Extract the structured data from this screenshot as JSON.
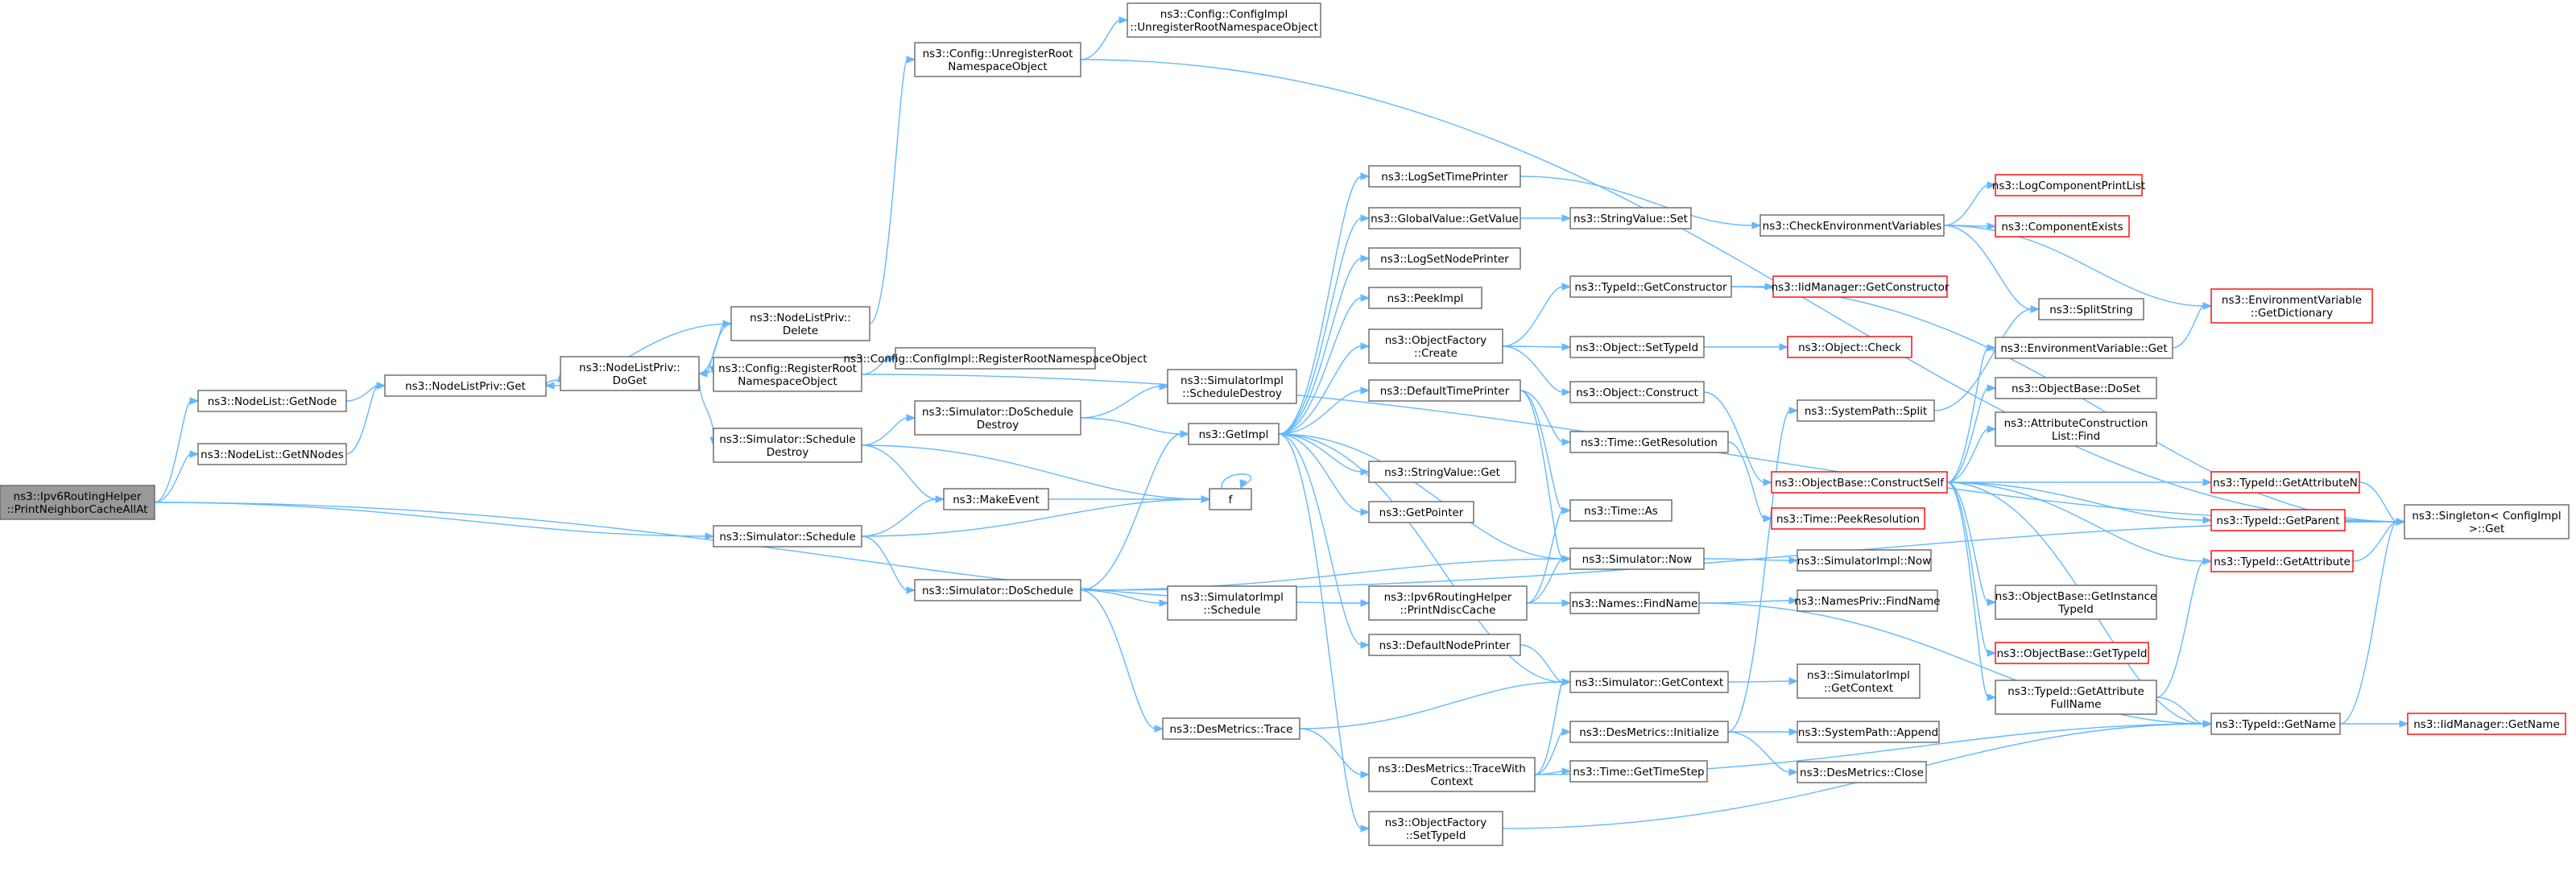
{
  "colors": {
    "edge": "#63b8ff",
    "node_border": "#666666",
    "node_border_incomplete": "#ff0000",
    "root_fill": "#999999"
  },
  "nodes": [
    {
      "id": "root",
      "lines": [
        "ns3::Ipv6RoutingHelper",
        "::PrintNeighborCacheAllAt"
      ],
      "style": "root"
    },
    {
      "id": "getnode",
      "lines": [
        "ns3::NodeList::GetNode"
      ]
    },
    {
      "id": "getnnodes",
      "lines": [
        "ns3::NodeList::GetNNodes"
      ]
    },
    {
      "id": "nlpget",
      "lines": [
        "ns3::NodeListPriv::Get"
      ]
    },
    {
      "id": "nlpdoget",
      "lines": [
        "ns3::NodeListPriv::",
        "DoGet"
      ]
    },
    {
      "id": "nlpdelete",
      "lines": [
        "ns3::NodeListPriv::",
        "Delete"
      ]
    },
    {
      "id": "cfgunreg",
      "lines": [
        "ns3::Config::UnregisterRoot",
        "NamespaceObject"
      ]
    },
    {
      "id": "cfgimplunreg",
      "lines": [
        "ns3::Config::ConfigImpl",
        "::UnregisterRootNamespaceObject"
      ]
    },
    {
      "id": "cfgreg",
      "lines": [
        "ns3::Config::RegisterRoot",
        "NamespaceObject"
      ]
    },
    {
      "id": "cfgimplreg",
      "lines": [
        "ns3::Config::ConfigImpl::RegisterRootNamespaceObject"
      ]
    },
    {
      "id": "simschdestroy",
      "lines": [
        "ns3::Simulator::Schedule",
        "Destroy"
      ]
    },
    {
      "id": "simdoschdestroy",
      "lines": [
        "ns3::Simulator::DoSchedule",
        "Destroy"
      ]
    },
    {
      "id": "simimplschdestroy",
      "lines": [
        "ns3::SimulatorImpl",
        "::ScheduleDestroy"
      ]
    },
    {
      "id": "makeevent",
      "lines": [
        "ns3::MakeEvent"
      ]
    },
    {
      "id": "f",
      "lines": [
        "f"
      ]
    },
    {
      "id": "simschedule",
      "lines": [
        "ns3::Simulator::Schedule"
      ]
    },
    {
      "id": "simdoschedule",
      "lines": [
        "ns3::Simulator::DoSchedule"
      ]
    },
    {
      "id": "simimplschedule",
      "lines": [
        "ns3::SimulatorImpl",
        "::Schedule"
      ]
    },
    {
      "id": "getimpl",
      "lines": [
        "ns3::GetImpl"
      ]
    },
    {
      "id": "logsettime",
      "lines": [
        "ns3::LogSetTimePrinter"
      ]
    },
    {
      "id": "gvgetvalue",
      "lines": [
        "ns3::GlobalValue::GetValue"
      ]
    },
    {
      "id": "strvalset",
      "lines": [
        "ns3::StringValue::Set"
      ]
    },
    {
      "id": "logsetnode",
      "lines": [
        "ns3::LogSetNodePrinter"
      ]
    },
    {
      "id": "peekimpl",
      "lines": [
        "ns3::PeekImpl"
      ]
    },
    {
      "id": "ofcreate",
      "lines": [
        "ns3::ObjectFactory",
        "::Create"
      ]
    },
    {
      "id": "deftimeprinter",
      "lines": [
        "ns3::DefaultTimePrinter"
      ]
    },
    {
      "id": "strvalget",
      "lines": [
        "ns3::StringValue::Get"
      ]
    },
    {
      "id": "getpointer",
      "lines": [
        "ns3::GetPointer"
      ]
    },
    {
      "id": "printndisc",
      "lines": [
        "ns3::Ipv6RoutingHelper",
        "::PrintNdiscCache"
      ]
    },
    {
      "id": "defnodeprinter",
      "lines": [
        "ns3::DefaultNodePrinter"
      ]
    },
    {
      "id": "destrace",
      "lines": [
        "ns3::DesMetrics::Trace"
      ]
    },
    {
      "id": "destracewith",
      "lines": [
        "ns3::DesMetrics::TraceWith",
        "Context"
      ]
    },
    {
      "id": "ofsettypeid",
      "lines": [
        "ns3::ObjectFactory",
        "::SetTypeId"
      ]
    },
    {
      "id": "checkenv",
      "lines": [
        "ns3::CheckEnvironmentVariables"
      ]
    },
    {
      "id": "tidgetctor",
      "lines": [
        "ns3::TypeId::GetConstructor"
      ]
    },
    {
      "id": "iidgetctor",
      "lines": [
        "ns3::IidManager::GetConstructor"
      ],
      "style": "red"
    },
    {
      "id": "objsettypeid",
      "lines": [
        "ns3::Object::SetTypeId"
      ]
    },
    {
      "id": "objcheck",
      "lines": [
        "ns3::Object::Check"
      ],
      "style": "red"
    },
    {
      "id": "objconstruct",
      "lines": [
        "ns3::Object::Construct"
      ]
    },
    {
      "id": "timegetres",
      "lines": [
        "ns3::Time::GetResolution"
      ]
    },
    {
      "id": "timeas",
      "lines": [
        "ns3::Time::As"
      ]
    },
    {
      "id": "simnow",
      "lines": [
        "ns3::Simulator::Now"
      ]
    },
    {
      "id": "namesfind",
      "lines": [
        "ns3::Names::FindName"
      ]
    },
    {
      "id": "simgetctx",
      "lines": [
        "ns3::Simulator::GetContext"
      ]
    },
    {
      "id": "desinit",
      "lines": [
        "ns3::DesMetrics::Initialize"
      ]
    },
    {
      "id": "timegetstep",
      "lines": [
        "ns3::Time::GetTimeStep"
      ]
    },
    {
      "id": "logcomplist",
      "lines": [
        "ns3::LogComponentPrintList"
      ],
      "style": "red"
    },
    {
      "id": "compexists",
      "lines": [
        "ns3::ComponentExists"
      ],
      "style": "red"
    },
    {
      "id": "splitstring",
      "lines": [
        "ns3::SplitString"
      ]
    },
    {
      "id": "envget",
      "lines": [
        "ns3::EnvironmentVariable::Get"
      ]
    },
    {
      "id": "envdict",
      "lines": [
        "ns3::EnvironmentVariable",
        "::GetDictionary"
      ],
      "style": "red"
    },
    {
      "id": "syspathsplit",
      "lines": [
        "ns3::SystemPath::Split"
      ]
    },
    {
      "id": "objbasedoset",
      "lines": [
        "ns3::ObjectBase::DoSet"
      ]
    },
    {
      "id": "attrfind",
      "lines": [
        "ns3::AttributeConstruction",
        "List::Find"
      ]
    },
    {
      "id": "objbasector",
      "lines": [
        "ns3::ObjectBase::ConstructSelf"
      ],
      "style": "red"
    },
    {
      "id": "timepeekres",
      "lines": [
        "ns3::Time::PeekResolution"
      ],
      "style": "red"
    },
    {
      "id": "simimplnow",
      "lines": [
        "ns3::SimulatorImpl::Now"
      ]
    },
    {
      "id": "namesprivfind",
      "lines": [
        "ns3::NamesPriv::FindName"
      ]
    },
    {
      "id": "simimplgetctx",
      "lines": [
        "ns3::SimulatorImpl",
        "::GetContext"
      ]
    },
    {
      "id": "syspathappend",
      "lines": [
        "ns3::SystemPath::Append"
      ]
    },
    {
      "id": "desclose",
      "lines": [
        "ns3::DesMetrics::Close"
      ]
    },
    {
      "id": "tidgetattrn",
      "lines": [
        "ns3::TypeId::GetAttributeN"
      ],
      "style": "red"
    },
    {
      "id": "tidgetparent",
      "lines": [
        "ns3::TypeId::GetParent"
      ],
      "style": "red"
    },
    {
      "id": "tidgetattr",
      "lines": [
        "ns3::TypeId::GetAttribute"
      ],
      "style": "red"
    },
    {
      "id": "objbaseinst",
      "lines": [
        "ns3::ObjectBase::GetInstance",
        "TypeId"
      ]
    },
    {
      "id": "objbasetypeid",
      "lines": [
        "ns3::ObjectBase::GetTypeId"
      ],
      "style": "red"
    },
    {
      "id": "tidattrfull",
      "lines": [
        "ns3::TypeId::GetAttribute",
        "FullName"
      ]
    },
    {
      "id": "tidgetname",
      "lines": [
        "ns3::TypeId::GetName"
      ]
    },
    {
      "id": "iidgetname",
      "lines": [
        "ns3::IidManager::GetName"
      ],
      "style": "red"
    },
    {
      "id": "singleton",
      "lines": [
        "ns3::Singleton< ConfigImpl",
        ">::Get"
      ]
    }
  ]
}
